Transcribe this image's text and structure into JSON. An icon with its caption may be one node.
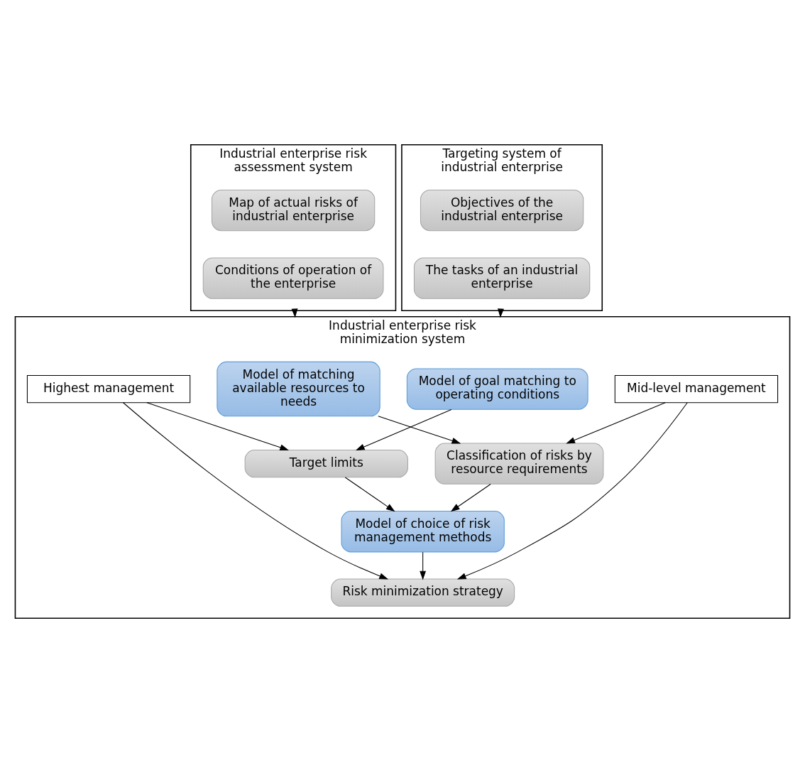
{
  "diagram": {
    "nodes": [
      {
        "text": [
          "Industrial enterprise risk assessment system"
        ]
      },
      {
        "text": [
          "Map of actual risks of industrial enterprise"
        ],
        "in": 0
      },
      {
        "text": [
          "Conditions of operation of the enterprise"
        ],
        "in": 0
      },
      {
        "text": [
          "Targeting system of industrial enterprise"
        ]
      },
      {
        "text": [
          "Objectives of the industrial enterprise"
        ],
        "in": 3
      },
      {
        "text": [
          "The tasks of an industrial enterprise"
        ],
        "in": 3
      },
      {
        "text": [
          "Industrial enterprise risk minimization system"
        ]
      },
      {
        "text": [
          "Model of matching available resources to needs"
        ],
        "in": 6
      },
      {
        "text": [
          "Model of goal matching to operating conditions"
        ],
        "in": 6
      },
      {
        "text": [
          "Classification of risks by resource requirements"
        ],
        "in": 6
      },
      {
        "text": [
          "Target limits"
        ],
        "in": 6
      },
      {
        "text": [
          "Mid-level management"
        ],
        "in": 6
      },
      {
        "text": [
          "Model of choice of risk management methods"
        ],
        "in": 6
      },
      {
        "text": [
          "Highest management"
        ],
        "in": 6
      },
      {
        "text": [
          "Risk minimization strategy"
        ],
        "in": 6
      }
    ],
    "edges": [
      {
        "from": 0,
        "to": 6,
        "arrow": "to"
      },
      {
        "from": 3,
        "to": 6,
        "arrow": "to"
      },
      {
        "from": 7,
        "to": 9,
        "arrow": "to"
      },
      {
        "from": 8,
        "to": 10,
        "arrow": "to"
      },
      {
        "from": 11,
        "to": 9,
        "arrow": "to"
      },
      {
        "from": 13,
        "to": 10,
        "arrow": "to"
      },
      {
        "from": 9,
        "to": 12,
        "arrow": "to"
      },
      {
        "from": 10,
        "to": 12,
        "arrow": "to"
      },
      {
        "from": 12,
        "to": 14,
        "arrow": "to"
      },
      {
        "from": 11,
        "to": 14,
        "arrow": "to"
      },
      {
        "from": 13,
        "to": 14,
        "arrow": "to"
      }
    ]
  }
}
